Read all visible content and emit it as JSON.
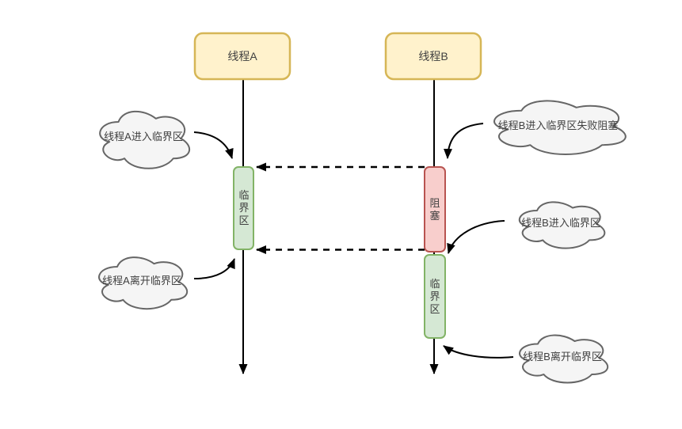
{
  "threads": [
    {
      "label": "线程A"
    },
    {
      "label": "线程B"
    }
  ],
  "activations": [
    {
      "id": "thread-a-critical-section",
      "label": "临界区"
    },
    {
      "id": "thread-b-blocked",
      "label": "阻塞"
    },
    {
      "id": "thread-b-critical-section",
      "label": "临界区"
    }
  ],
  "annotations": [
    {
      "id": "thread-a-enter",
      "label": "线程A进入临界区"
    },
    {
      "id": "thread-a-leave",
      "label": "线程A离开临界区"
    },
    {
      "id": "thread-b-enter-fail",
      "label": "线程B进入临界区失败阻塞"
    },
    {
      "id": "thread-b-enter",
      "label": "线程B进入临界区"
    },
    {
      "id": "thread-b-leave",
      "label": "线程B离开临界区"
    }
  ],
  "colors": {
    "thread_box_fill": "#fff2cc",
    "thread_box_stroke": "#d6b656",
    "critical_section_fill": "#d5e8d4",
    "critical_section_stroke": "#82b366",
    "blocked_fill": "#f8cecc",
    "blocked_stroke": "#b85450",
    "cloud_fill": "#f5f5f5",
    "cloud_stroke": "#666666",
    "connector": "#000000",
    "text": "#404040"
  }
}
